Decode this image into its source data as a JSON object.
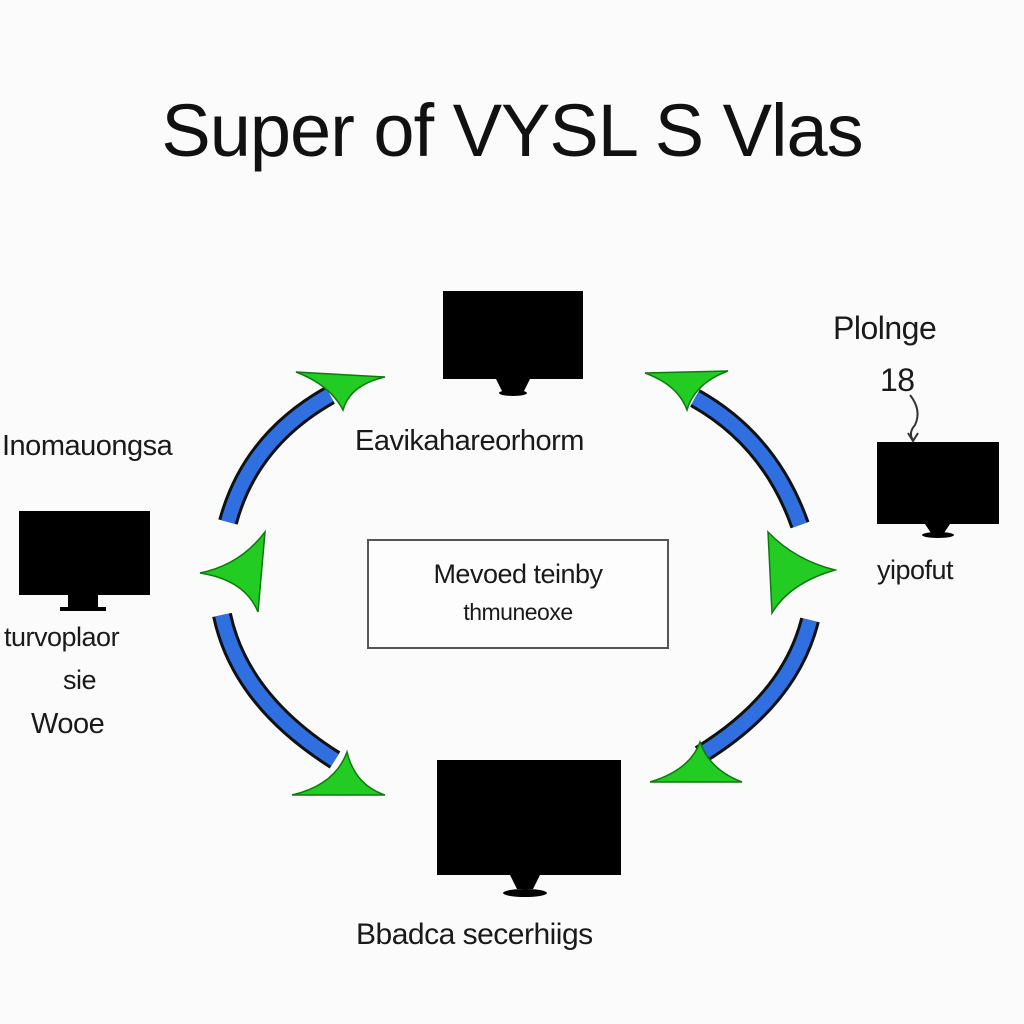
{
  "title": "Super of VYSL S Vlas",
  "top_label": "Eavikahareorhorm",
  "right_label": "Plolnge",
  "right_number": "18",
  "right_caption": "yipofut",
  "left_label": "Inomauongsa",
  "left_caption": [
    "turvoplaor",
    "sie",
    "Wooe"
  ],
  "center_box": [
    "Mevoed teinby",
    "thmuneoxe"
  ],
  "bottom_caption": "Bbadca secerhiigs",
  "colors": {
    "arrow_body": "#2f6fe0",
    "arrow_head": "#22cc22",
    "monitor": "#000000",
    "text": "#1a1a1a"
  },
  "icons": [
    "monitor-icon",
    "arrow-icon"
  ]
}
